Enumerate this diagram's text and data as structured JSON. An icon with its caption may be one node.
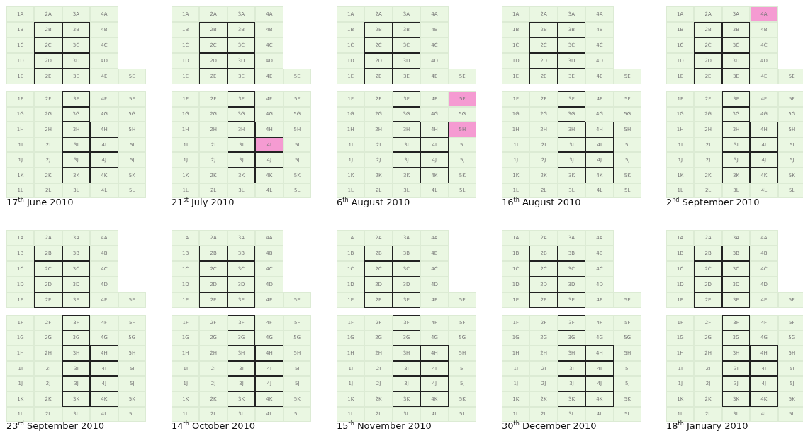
{
  "diagram": {
    "labels": [
      "1A",
      "2A",
      "3A",
      "4A",
      "1B",
      "2B",
      "3B",
      "4B",
      "1C",
      "2C",
      "3C",
      "4C",
      "1D",
      "2D",
      "3D",
      "4D",
      "1E",
      "2E",
      "3E",
      "4E",
      "5E",
      "1F",
      "2F",
      "3F",
      "4F",
      "5F",
      "1G",
      "2G",
      "3G",
      "4G",
      "5G",
      "1H",
      "2H",
      "3H",
      "4H",
      "5H",
      "1I",
      "2I",
      "3I",
      "4I",
      "5I",
      "1J",
      "2J",
      "3J",
      "4J",
      "5J",
      "1K",
      "2K",
      "3K",
      "4K",
      "5K",
      "1L",
      "2L",
      "3L",
      "4L",
      "5L",
      "17$^{th}$ June 2010",
      "1A",
      "2A",
      "3A",
      "4A",
      "1B",
      "2B",
      "3B",
      "4B",
      "1C",
      "2C",
      "3C",
      "4C",
      "1D",
      "2D",
      "3D",
      "4D",
      "1E",
      "2E",
      "3E",
      "4E",
      "5E",
      "1F",
      "2F",
      "3F",
      "4F",
      "5F",
      "1G",
      "2G",
      "3G",
      "4G",
      "5G",
      "1H",
      "2H",
      "3H",
      "4H",
      "5H",
      "1I",
      "2I",
      "3I",
      "4I",
      "5I",
      "1J",
      "2J",
      "3J",
      "4J",
      "5J",
      "1K",
      "2K",
      "3K",
      "4K",
      "5K",
      "1L",
      "2L",
      "3L",
      "4L",
      "5L",
      "21$^{st}$ July 2010",
      "1A",
      "2A",
      "3A",
      "4A",
      "1B",
      "2B",
      "3B",
      "4B",
      "1C",
      "2C",
      "3C",
      "4C",
      "1D",
      "2D",
      "3D",
      "4D",
      "1E",
      "2E",
      "3E",
      "4E",
      "5E",
      "1F",
      "2F",
      "3F",
      "4F",
      "5F",
      "1G",
      "2G",
      "3G",
      "4G",
      "5G",
      "1H",
      "2H",
      "3H",
      "4H",
      "5H",
      "1I",
      "2I",
      "3I",
      "4I",
      "5I",
      "1J",
      "2J",
      "3J",
      "4J",
      "5J",
      "1K",
      "2K",
      "3K",
      "4K",
      "5K",
      "1L",
      "2L",
      "3L",
      "4L",
      "5L",
      "6$^{th}$ August 2010",
      "1A",
      "2A",
      "3A",
      "4A",
      "1B",
      "2B",
      "3B",
      "4B",
      "1C",
      "2C",
      "3C",
      "4C",
      "1D",
      "2D",
      "3D",
      "4D",
      "1E",
      "2E",
      "3E",
      "4E",
      "5E",
      "1F",
      "2F",
      "3F",
      "4F",
      "5F",
      "1G",
      "2G",
      "3G",
      "4G",
      "5G",
      "1H",
      "2H",
      "3H",
      "4H",
      "5H",
      "1I",
      "2I",
      "3I",
      "4I",
      "5I",
      "1J",
      "2J",
      "3J",
      "4J",
      "5J",
      "1K",
      "2K",
      "3K",
      "4K",
      "5K",
      "1L",
      "2L",
      "3L",
      "4L",
      "5L",
      "16$^{th}$ August 2010",
      "1A",
      "2A",
      "3A",
      "4A",
      "1B",
      "2B",
      "3B",
      "4B",
      "1C",
      "2C",
      "3C",
      "4C",
      "1D",
      "2D",
      "3D",
      "4D",
      "1E",
      "2E",
      "3E",
      "4E",
      "5E",
      "1F",
      "2F",
      "3F",
      "4F",
      "5F",
      "1G",
      "2G",
      "3G",
      "4G",
      "5G",
      "1H",
      "2H",
      "3H",
      "4H",
      "5H",
      "1I",
      "2I",
      "3I",
      "4I",
      "5I",
      "1J",
      "2J",
      "3J",
      "4J",
      "5J",
      "1K",
      "2K",
      "3K",
      "4K",
      "5K",
      "1L",
      "2L",
      "3L",
      "4L",
      "5L",
      "2$^{nd}$ September 2010",
      "1A",
      "2A",
      "3A",
      "4A",
      "1B",
      "2B",
      "3B",
      "4B",
      "1C",
      "2C",
      "3C",
      "4C",
      "1D",
      "2D",
      "3D",
      "4D",
      "1E",
      "2E",
      "3E",
      "4E",
      "5E",
      "1F",
      "2F",
      "3F",
      "4F",
      "5F",
      "1G",
      "2G",
      "3G",
      "4G",
      "5G",
      "1H",
      "2H",
      "3H",
      "4H",
      "5H",
      "1I",
      "2I",
      "3I",
      "4I",
      "5I",
      "1J",
      "2J",
      "3J",
      "4J",
      "5J",
      "1K",
      "2K",
      "3K",
      "4K",
      "5K",
      "1L",
      "2L",
      "3L",
      "4L",
      "5L",
      "23$^{rd}$ September 2010",
      "1A",
      "2A",
      "3A",
      "4A",
      "1B",
      "2B",
      "3B",
      "4B",
      "1C",
      "2C",
      "3C",
      "4C",
      "1D",
      "2D",
      "3D",
      "4D",
      "1E",
      "2E",
      "3E",
      "4E",
      "5E",
      "1F",
      "2F",
      "3F",
      "4F",
      "5F",
      "1G",
      "2G",
      "3G",
      "4G",
      "5G",
      "1H",
      "2H",
      "3H",
      "4H",
      "5H",
      "1I",
      "2I",
      "3I",
      "4I",
      "5I",
      "1J",
      "2J",
      "3J",
      "4J",
      "5J",
      "1K",
      "2K",
      "3K",
      "4K",
      "5K",
      "1L",
      "2L",
      "3L",
      "4L",
      "5L",
      "14$^{th}$ October 2010",
      "1A",
      "2A",
      "3A",
      "4A",
      "1B",
      "2B",
      "3B",
      "4B",
      "1C",
      "2C",
      "3C",
      "4C",
      "1D",
      "2D",
      "3D",
      "4D",
      "1E",
      "2E",
      "3E",
      "4E",
      "5E",
      "1F",
      "2F",
      "3F",
      "4F",
      "5F",
      "1G",
      "2G",
      "3G",
      "4G",
      "5G",
      "1H",
      "2H",
      "3H",
      "4H",
      "5H",
      "1I",
      "2I",
      "3I",
      "4I",
      "5I",
      "1J",
      "2J",
      "3J",
      "4J",
      "5J",
      "1K",
      "2K",
      "3K",
      "4K",
      "5K",
      "1L",
      "2L",
      "3L",
      "4L",
      "5L",
      "15$^{th}$ November 2010",
      "1A",
      "2A",
      "3A",
      "4A",
      "1B",
      "2B",
      "3B",
      "4B",
      "1C",
      "2C",
      "3C",
      "4C",
      "1D",
      "2D",
      "3D",
      "4D",
      "1E",
      "2E",
      "3E",
      "4E",
      "5E",
      "1F",
      "2F",
      "3F",
      "4F",
      "5F",
      "1G",
      "2G",
      "3G",
      "4G",
      "5G",
      "1H",
      "2H",
      "3H",
      "4H",
      "5H",
      "1I",
      "2I",
      "3I",
      "4I",
      "5I",
      "1J",
      "2J",
      "3J",
      "4J",
      "5J",
      "1K",
      "2K",
      "3K",
      "4K",
      "5K",
      "1L",
      "2L",
      "3L",
      "4L",
      "5L",
      "30$^{th}$ December 2010",
      "1A",
      "2A",
      "3A",
      "4A",
      "1B",
      "2B",
      "3B",
      "4B",
      "1C",
      "2C",
      "3C",
      "4C",
      "1D",
      "2D",
      "3D",
      "4D",
      "1E",
      "2E",
      "3E",
      "4E",
      "5E",
      "1F",
      "2F",
      "3F",
      "4F",
      "5F",
      "1G",
      "2G",
      "3G",
      "4G",
      "5G",
      "1H",
      "2H",
      "3H",
      "4H",
      "5H",
      "1I",
      "2I",
      "3I",
      "4I",
      "5I",
      "1J",
      "2J",
      "3J",
      "4J",
      "5J",
      "1K",
      "2K",
      "3K",
      "4K",
      "5K",
      "1L",
      "2L",
      "3L",
      "4L",
      "5L",
      "18$^{th}$ January 2010"
    ]
  }
}
